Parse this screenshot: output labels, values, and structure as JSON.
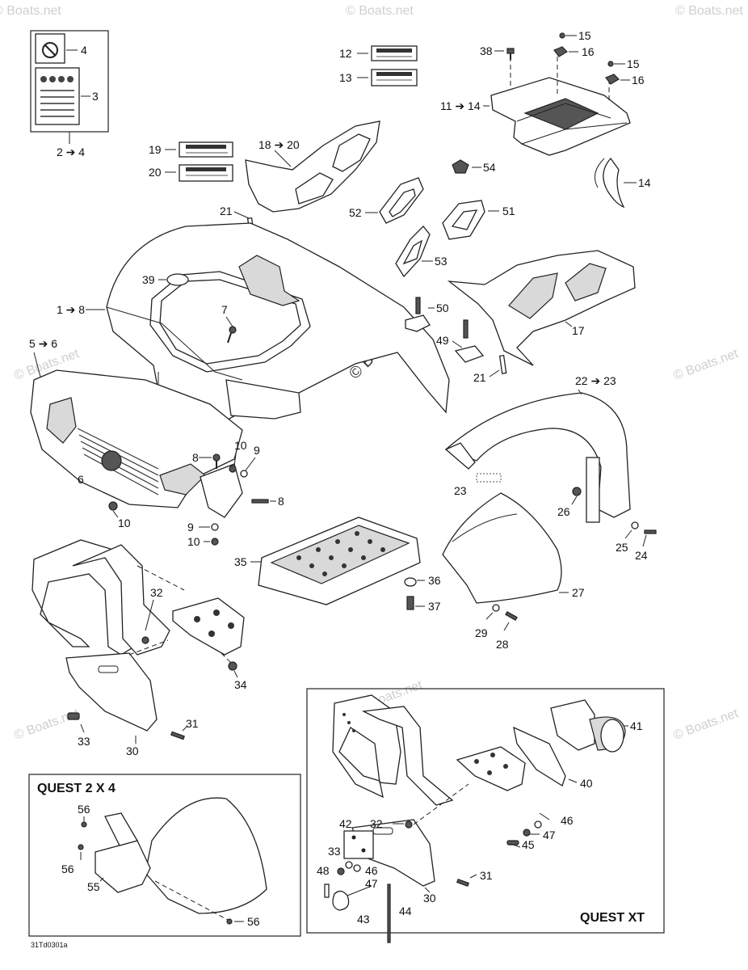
{
  "watermarks": {
    "corner": "© Boats.net",
    "center": "© Boats.net"
  },
  "callouts": {
    "c4": "4",
    "c3": "3",
    "c2_4": "2 ➔ 4",
    "c12": "12",
    "c13": "13",
    "c38": "38",
    "c15a": "15",
    "c16a": "16",
    "c15b": "15",
    "c16b": "16",
    "c11_14": "11 ➔ 14",
    "c14b": "14",
    "c54": "54",
    "c19": "19",
    "c20": "20",
    "c18_20": "18 ➔ 20",
    "c21a": "21",
    "c52": "52",
    "c51": "51",
    "c53": "53",
    "c39": "39",
    "c1_8": "1 ➔ 8",
    "c7": "7",
    "c50": "50",
    "c49": "49",
    "c21b": "21",
    "c17": "17",
    "c5_6": "5 ➔ 6",
    "c6": "6",
    "c8a": "8",
    "c10a": "10",
    "c9a": "9",
    "c8b": "8",
    "c10b": "10",
    "c9b": "9",
    "c10c": "10",
    "c22_23": "22 ➔ 23",
    "c23": "23",
    "c26": "26",
    "c25": "25",
    "c24": "24",
    "c27": "27",
    "c29": "29",
    "c28": "28",
    "c35": "35",
    "c36": "36",
    "c37": "37",
    "c32a": "32",
    "c34": "34",
    "c33a": "33",
    "c31a": "31",
    "c30a": "30",
    "c41": "41",
    "c40": "40",
    "c32b": "32",
    "c46a": "46",
    "c47a": "47",
    "c45": "45",
    "c42": "42",
    "c33b": "33",
    "c48": "48",
    "c46b": "46",
    "c47b": "47",
    "c31b": "31",
    "c30b": "30",
    "c44": "44",
    "c43": "43",
    "c56a": "56",
    "c56b": "56",
    "c55": "55",
    "c56c": "56"
  },
  "insets": {
    "quest_2x4": "QUEST 2 X 4",
    "quest_xt": "QUEST XT"
  },
  "drawing_ref": "31Td0301a"
}
